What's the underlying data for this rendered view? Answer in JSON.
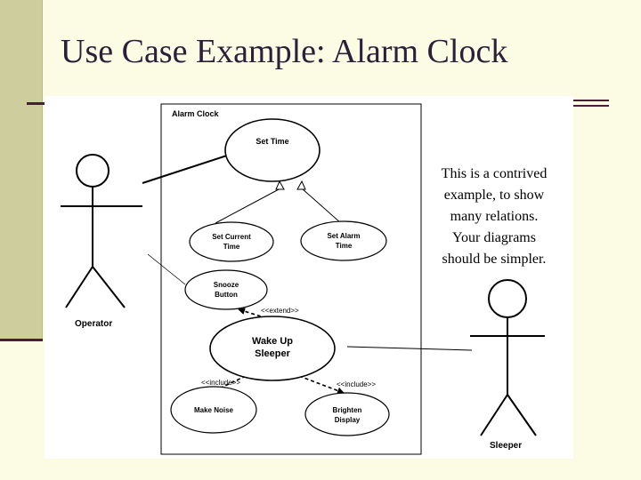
{
  "slide": {
    "title": "Use Case Example: Alarm Clock",
    "note_lines": [
      "This is a contrived",
      "example, to show",
      "many relations.",
      "Your diagrams",
      "should be simpler."
    ]
  },
  "diagram": {
    "system_name": "Alarm Clock",
    "actors": {
      "operator": "Operator",
      "sleeper": "Sleeper"
    },
    "use_cases": {
      "set_time": "Set Time",
      "set_current_time": [
        "Set Current",
        "Time"
      ],
      "set_alarm_time": [
        "Set Alarm",
        "Time"
      ],
      "snooze_button": [
        "Snooze",
        "Button"
      ],
      "wake_up_sleeper": [
        "Wake Up",
        "Sleeper"
      ],
      "make_noise": "Make Noise",
      "brighten_display": [
        "Brighten",
        "Display"
      ]
    },
    "relations": {
      "extend": "<<extend>>",
      "include_left": "<<include>>",
      "include_right": "<<include>>"
    }
  }
}
